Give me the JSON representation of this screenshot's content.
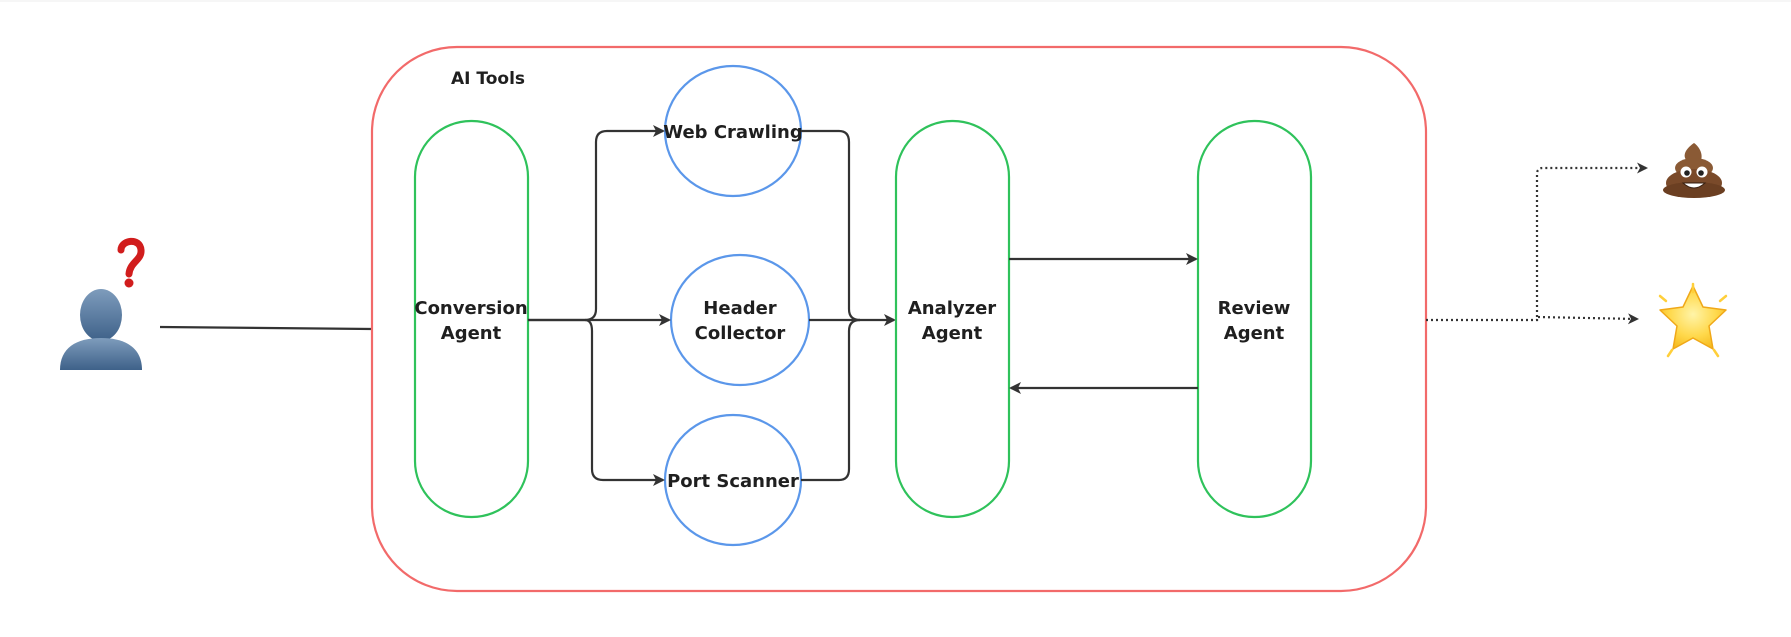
{
  "colors": {
    "group_border": "#f26a6a",
    "agent_border": "#2fc25b",
    "tool_border": "#5b97ea",
    "arrow": "#333333"
  },
  "group": {
    "label": "AI Tools"
  },
  "agents": {
    "conversion": {
      "line1": "Conversion",
      "line2": "Agent"
    },
    "analyzer": {
      "line1": "Analyzer",
      "line2": "Agent"
    },
    "review": {
      "line1": "Review",
      "line2": "Agent"
    }
  },
  "tools": {
    "web": {
      "label": "Web Crawling"
    },
    "header": {
      "line1": "Header",
      "line2": "Collector"
    },
    "port": {
      "label": "Port Scanner"
    }
  },
  "icons": {
    "user": "user-silhouette-icon",
    "question": "question-mark-icon",
    "bad_outcome": "poop-icon",
    "good_outcome": "star-icon"
  }
}
